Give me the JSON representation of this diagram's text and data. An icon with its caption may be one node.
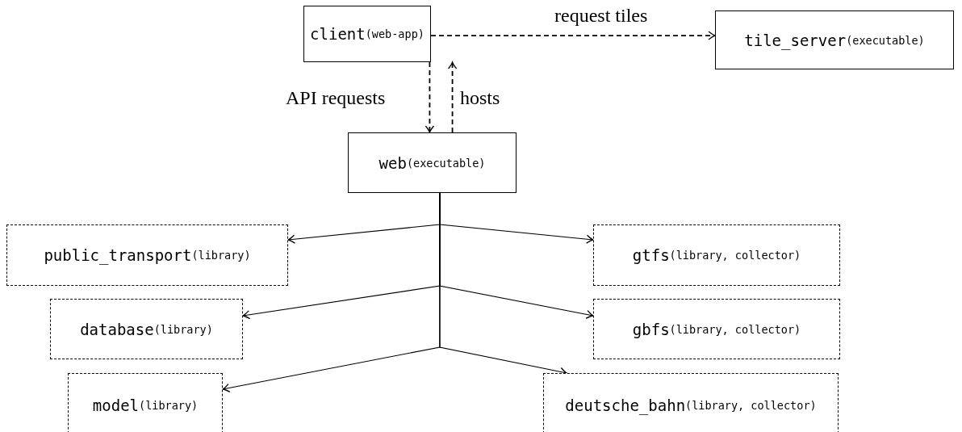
{
  "diagram": {
    "nodes": [
      {
        "text": [
          "client",
          "(web-app)"
        ]
      },
      {
        "text": [
          "tile_server",
          "(executable)"
        ]
      },
      {
        "text": [
          "web",
          "(executable)"
        ]
      },
      {
        "text": [
          "public_transport",
          "(library)"
        ]
      },
      {
        "text": [
          "gtfs",
          "(library, collector)"
        ]
      },
      {
        "text": [
          "database",
          "(library)"
        ]
      },
      {
        "text": [
          "gbfs",
          "(library, collector)"
        ]
      },
      {
        "text": [
          "model",
          "(library)"
        ]
      },
      {
        "text": [
          "deutsche_bahn",
          "(library, collector)"
        ]
      }
    ],
    "edges": [
      {
        "from": 0,
        "to": 1,
        "arrow": "to",
        "label": "request tiles",
        "style": "dashed"
      },
      {
        "from": 0,
        "to": 2,
        "arrow": "to",
        "label": "API requests",
        "style": "dashed"
      },
      {
        "from": 2,
        "to": 0,
        "arrow": "to",
        "label": "hosts",
        "style": "dashed"
      },
      {
        "from": 2,
        "to": 3,
        "arrow": "to"
      },
      {
        "from": 2,
        "to": 4,
        "arrow": "to"
      },
      {
        "from": 2,
        "to": 5,
        "arrow": "to"
      },
      {
        "from": 2,
        "to": 6,
        "arrow": "to"
      },
      {
        "from": 2,
        "to": 7,
        "arrow": "to"
      },
      {
        "from": 2,
        "to": 8,
        "arrow": "to"
      }
    ]
  }
}
